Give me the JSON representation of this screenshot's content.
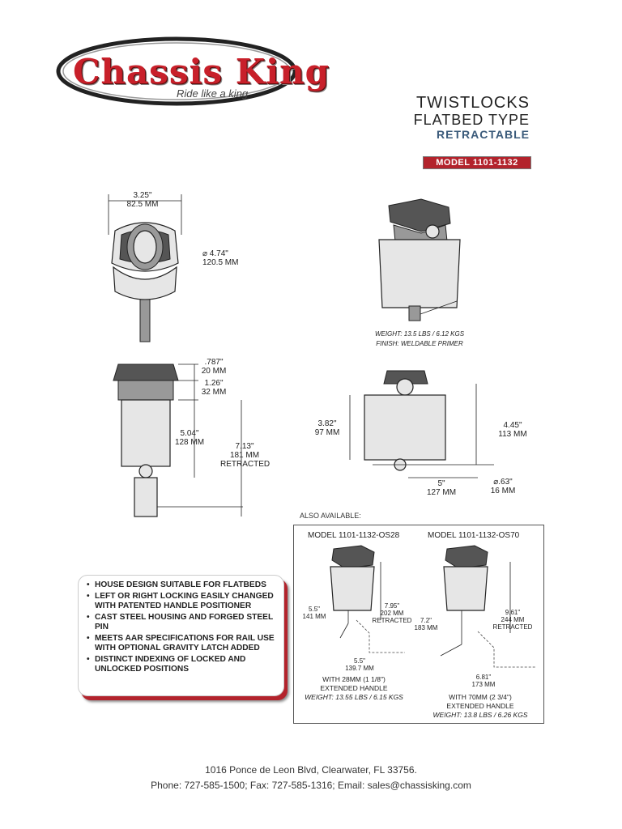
{
  "brand": {
    "name": "Chassis King",
    "tagline": "Ride like a king",
    "color": "#c8202a"
  },
  "product": {
    "title_line1": "TWISTLOCKS",
    "title_line2": "FLATBED TYPE",
    "title_line3": "RETRACTABLE",
    "model": "MODEL 1101-1132"
  },
  "top_view": {
    "width_in": "3.25\"",
    "width_mm": "82.5 MM",
    "diameter_in": "⌀ 4.74\"",
    "diameter_mm": "120.5 MM"
  },
  "iso_view": {
    "weight": "WEIGHT: 13.5 LBS / 6.12 KGS",
    "finish": "FINISH: WELDABLE PRIMER"
  },
  "side_view": {
    "d1_in": ".787\"",
    "d1_mm": "20 MM",
    "d2_in": "1.26\"",
    "d2_mm": "32 MM",
    "d3_in": "5.04\"",
    "d3_mm": "128 MM",
    "d4_in": "7.13\"",
    "d4_mm": "181 MM",
    "d4_note": "RETRACTED"
  },
  "front_view": {
    "h1_in": "3.82\"",
    "h1_mm": "97 MM",
    "h2_in": "4.45\"",
    "h2_mm": "113 MM",
    "w_in": "5\"",
    "w_mm": "127 MM",
    "pin_in": "⌀.63\"",
    "pin_mm": "16 MM"
  },
  "also_available": {
    "label": "ALSO AVAILABLE:",
    "left": {
      "model": "MODEL 1101-1132-OS28",
      "h_in": "5.5\"",
      "h_mm": "141 MM",
      "r_in": "7.95\"",
      "r_mm": "202 MM",
      "r_note": "RETRACTED",
      "w_in": "5.5\"",
      "w_mm": "139.7 MM",
      "cap1": "WITH 28MM (1 1/8\")",
      "cap2": "EXTENDED HANDLE",
      "weight": "WEIGHT: 13.55 LBS / 6.15 KGS"
    },
    "right": {
      "model": "MODEL 1101-1132-OS70",
      "h_in": "7.2\"",
      "h_mm": "183 MM",
      "r_in": "9.61\"",
      "r_mm": "244 MM",
      "r_note": "RETRACTED",
      "w_in": "6.81\"",
      "w_mm": "173 MM",
      "cap1": "WITH 70MM (2 3/4\")",
      "cap2": "EXTENDED HANDLE",
      "weight": "WEIGHT: 13.8 LBS / 6.26 KGS"
    }
  },
  "features": [
    "HOUSE DESIGN SUITABLE FOR FLATBEDS",
    "LEFT OR RIGHT LOCKING EASILY CHANGED\nWITH PATENTED HANDLE POSITIONER",
    "CAST STEEL HOUSING AND FORGED STEEL PIN",
    "MEETS AAR SPECIFICATIONS FOR RAIL USE\nWITH OPTIONAL GRAVITY LATCH ADDED",
    "DISTINCT INDEXING OF LOCKED AND\nUNLOCKED POSITIONS"
  ],
  "footer": {
    "address": "1016 Ponce de Leon Blvd, Clearwater, FL 33756.",
    "contact": "Phone: 727-585-1500; Fax: 727-585-1316; Email: sales@chassisking.com"
  }
}
